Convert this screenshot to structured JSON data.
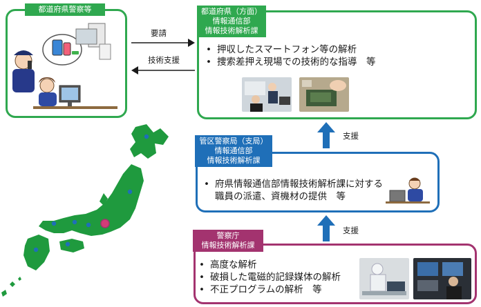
{
  "prefectural_police": {
    "tag": "都道府県警察等"
  },
  "prefecture_unit": {
    "tag_lines": [
      "都道府県（方面）",
      "情報通信部",
      "情報技術解析課"
    ],
    "bullets": [
      "押収したスマートフォン等の解析",
      "捜索差押え現場での技術的な指導　等"
    ]
  },
  "regional_bureau": {
    "tag_lines": [
      "管区警察局（支局）",
      "情報通信部",
      "情報技術解析課"
    ],
    "bullets": [
      "府県情報通信部情報技術解析課に対する",
      "職員の派遣、資機材の提供　等"
    ]
  },
  "npa": {
    "tag_lines": [
      "警察庁",
      "情報技術解析課"
    ],
    "bullets": [
      "高度な解析",
      "破損した電磁的記録媒体の解析",
      "不正プログラムの解析　等"
    ]
  },
  "arrows": {
    "request": "要請",
    "tech_support": "技術支援",
    "support_upper": "支援",
    "support_lower": "支援"
  },
  "colors": {
    "green": "#2fa84f",
    "blue": "#1f6fb8",
    "purple": "#a3336f",
    "map_green": "#1f9a3e"
  }
}
